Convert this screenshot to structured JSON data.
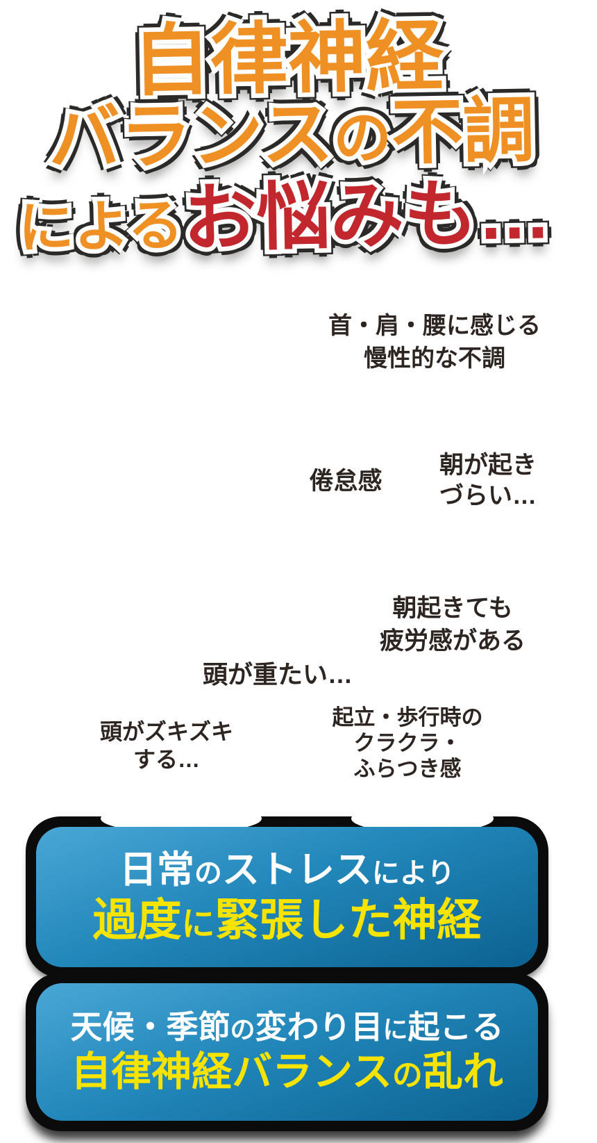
{
  "title": {
    "line1": "自律神経",
    "line2_runs": {
      "a": "バランス",
      "b": "の",
      "c": "不調"
    },
    "line3_prefix": "による",
    "line3_highlight": "お悩みも…"
  },
  "symptoms": [
    {
      "lines": [
        "首・肩・腰に感じる",
        "慢性的な不調"
      ]
    },
    {
      "lines": [
        "倦怠感"
      ]
    },
    {
      "lines": [
        "朝が起き",
        "づらい…"
      ]
    },
    {
      "lines": [
        "朝起きても",
        "疲労感がある"
      ]
    },
    {
      "lines": [
        "頭が重たい…"
      ]
    },
    {
      "lines": [
        "頭がズキズキ",
        "する…"
      ]
    },
    {
      "lines": [
        "起立・歩行時の",
        "クラクラ・",
        "ふらつき感"
      ]
    }
  ],
  "causes": [
    {
      "l1r1": "日常",
      "l1r2": "の",
      "l1r3": "ストレス",
      "l1r4": "により",
      "l2r1": "過度",
      "l2r2": "に",
      "l2r3": "緊張した神経"
    },
    {
      "l1r1": "天候・季節",
      "l1r2": "の",
      "l1r3": "変わり目",
      "l1r4": "に",
      "l1r5": "起こる",
      "l2r1": "自律神経バランス",
      "l2r2": "の",
      "l2r3": "乱れ"
    }
  ],
  "colors": {
    "headline_orange": "#ef9025",
    "headline_red": "#c2272d",
    "headline_outline": "#2b2a29",
    "headline_stroke": "#ffffff",
    "symptom_text": "#2d2522",
    "box_border": "#0b0b0b",
    "box_gradient_top": "#4aa7d6",
    "box_gradient_bottom": "#0b6190",
    "box_text_white": "#ffffff",
    "box_text_yellow": "#f6e400",
    "background": "#ffffff"
  }
}
